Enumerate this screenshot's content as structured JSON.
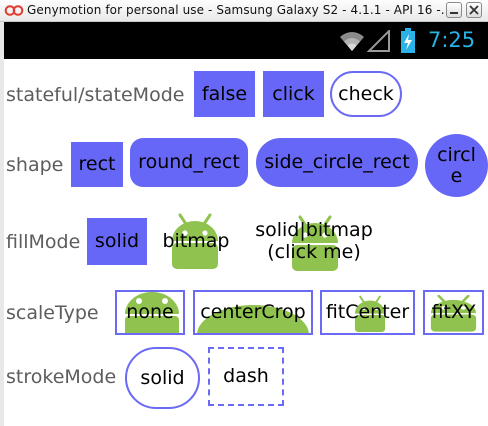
{
  "window": {
    "title": "Genymotion for personal use - Samsung Galaxy S2 - 4.1.1 - API 16 -...",
    "buttons": [
      "minimize",
      "close"
    ]
  },
  "statusbar": {
    "time": "7:25",
    "icons": [
      "wifi-icon",
      "signal-icon",
      "battery-charging-icon"
    ]
  },
  "colors": {
    "accent_fill": "#6767f7",
    "accent_stroke": "#6a6af5",
    "android_green": "#8fc24f",
    "label_gray": "#5d5d5d",
    "clock_blue": "#29b3e8"
  },
  "rows": {
    "stateful": {
      "label": "stateful/stateMode",
      "buttons": [
        "false",
        "click",
        "check"
      ]
    },
    "shape": {
      "label": "shape",
      "buttons": [
        "rect",
        "round_rect",
        "side_circle_rect",
        "circle"
      ]
    },
    "fillMode": {
      "label": "fillMode",
      "buttons": [
        "solid",
        "bitmap",
        "solid|bitmap\n(click me)"
      ]
    },
    "scaleType": {
      "label": "scaleType",
      "buttons": [
        "none",
        "centerCrop",
        "fitCenter",
        "fitXY"
      ]
    },
    "strokeMode": {
      "label": "strokeMode",
      "buttons": [
        "solid",
        "dash"
      ]
    }
  }
}
